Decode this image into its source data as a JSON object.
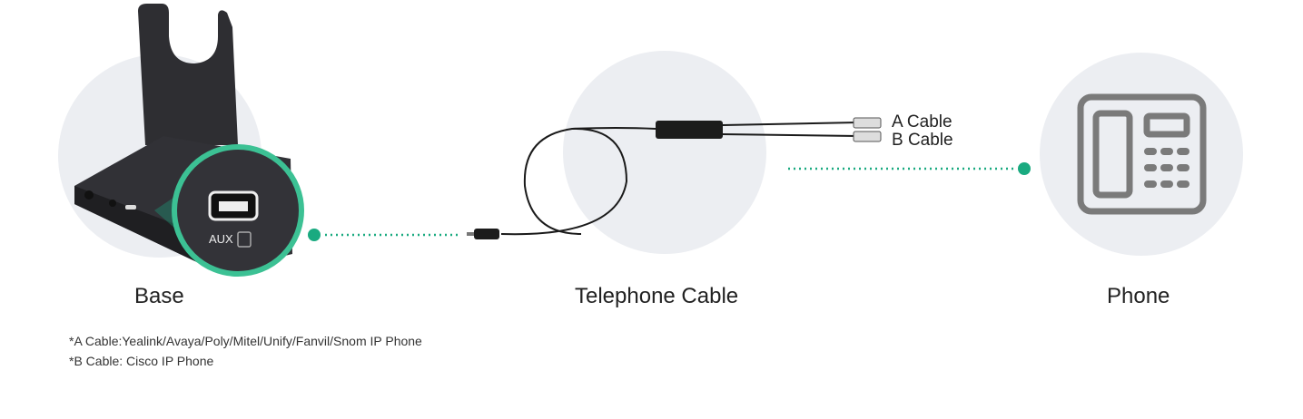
{
  "labels": {
    "base": "Base",
    "cable": "Telephone Cable",
    "phone": "Phone",
    "a_cable": "A Cable",
    "b_cable": "B Cable",
    "aux": "AUX"
  },
  "notes": [
    "*A Cable:Yealink/Avaya/Poly/Mitel/Unify/Fanvil/Snom IP Phone",
    "*B Cable: Cisco IP Phone"
  ],
  "colors": {
    "accent": "#1aaa80",
    "circle_bg": "#eceef2",
    "icon_gray": "#7a7a7a",
    "device": "#2b2b2e"
  }
}
